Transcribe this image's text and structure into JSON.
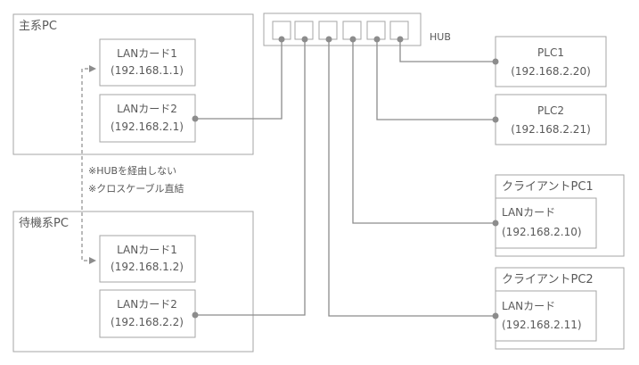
{
  "hub": {
    "label": "HUB"
  },
  "main_pc": {
    "title": "主系PC",
    "lan1": {
      "name": "LANカード1",
      "ip": "(192.168.1.1)"
    },
    "lan2": {
      "name": "LANカード2",
      "ip": "(192.168.2.1)"
    }
  },
  "standby_pc": {
    "title": "待機系PC",
    "lan1": {
      "name": "LANカード1",
      "ip": "(192.168.1.2)"
    },
    "lan2": {
      "name": "LANカード2",
      "ip": "(192.168.2.2)"
    }
  },
  "notes": {
    "line1": "※HUBを経由しない",
    "line2": "※クロスケーブル直結"
  },
  "plc1": {
    "name": "PLC1",
    "ip": "(192.168.2.20)"
  },
  "plc2": {
    "name": "PLC2",
    "ip": "(192.168.2.21)"
  },
  "client1": {
    "title": "クライアントPC1",
    "card": "LANカード",
    "ip": "(192.168.2.10)"
  },
  "client2": {
    "title": "クライアントPC2",
    "card": "LANカード",
    "ip": "(192.168.2.11)"
  }
}
